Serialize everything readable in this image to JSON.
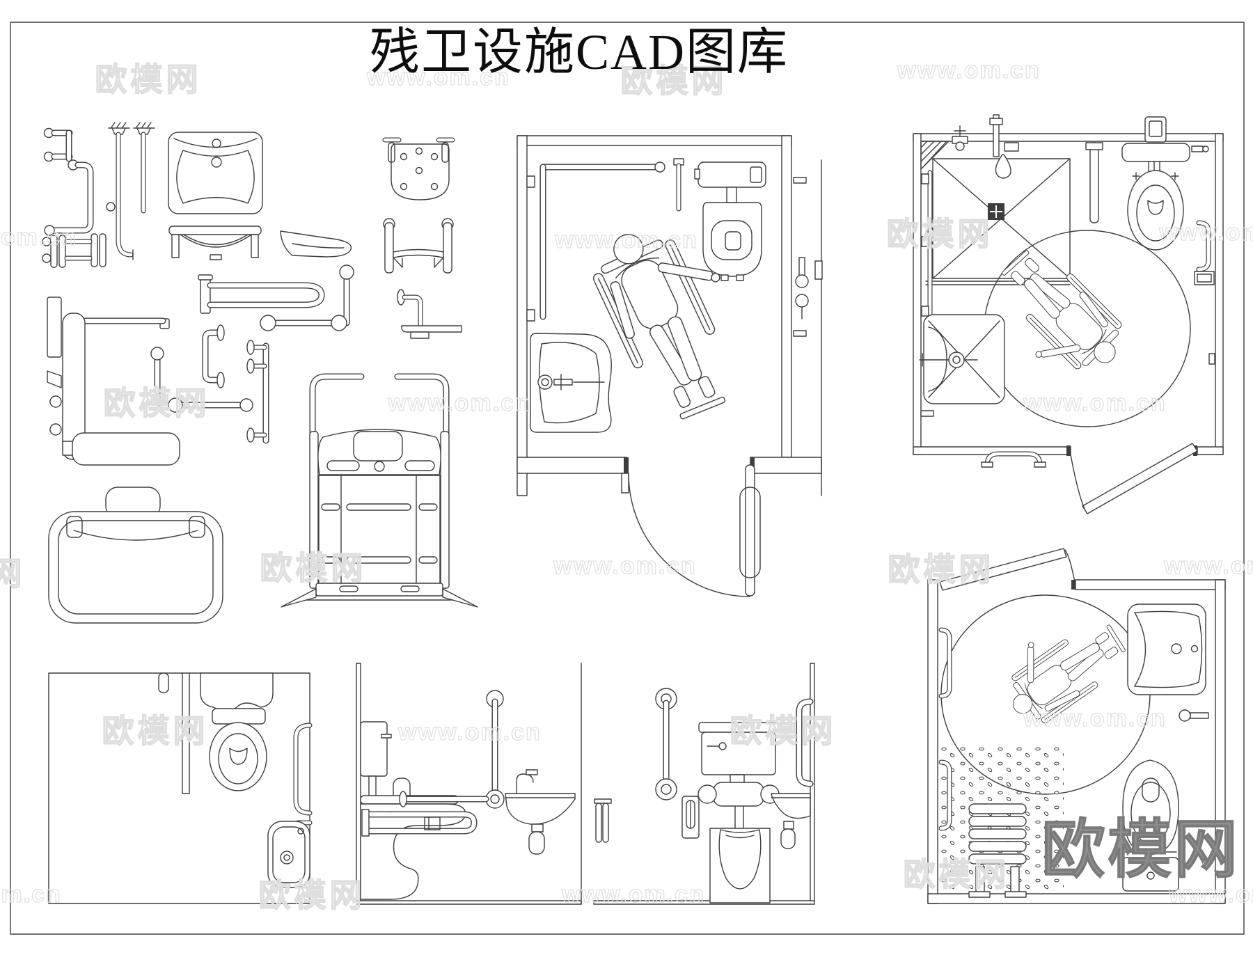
{
  "title": "残卫设施CAD图库",
  "watermarks": {
    "site": "www.om.cn",
    "brand": "欧模网"
  },
  "colors": {
    "background": "#ffffff",
    "line_color": "#3d3d3d",
    "watermark_light": "#e1e1e1",
    "watermark_dark": "#8e8e8e"
  }
}
